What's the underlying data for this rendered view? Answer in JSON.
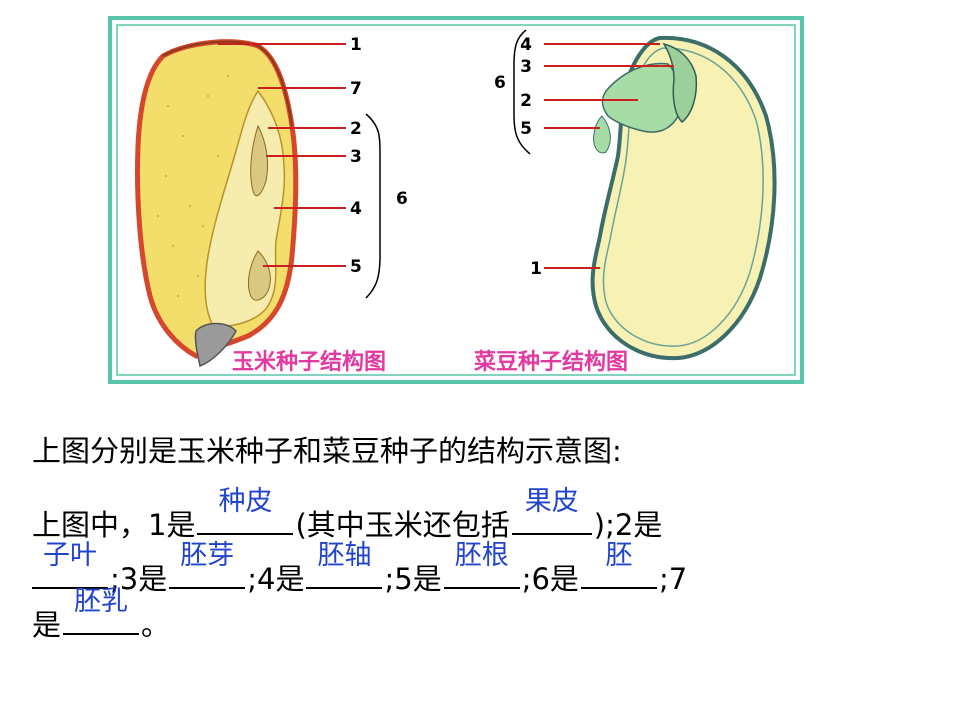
{
  "figure": {
    "corn": {
      "labels": [
        "1",
        "7",
        "2",
        "3",
        "4",
        "5"
      ],
      "group_label": "6",
      "caption": "玉米种子结构图"
    },
    "bean": {
      "labels": [
        "4",
        "3",
        "2",
        "5",
        "1"
      ],
      "group_label": "6",
      "caption": "菜豆种子结构图"
    },
    "colors": {
      "frame": "#58c6a8",
      "leader": "#cc1f1f",
      "caption": "#e23aa0",
      "endosperm": "#f3de6c",
      "bean_body": "#f7f1b4",
      "embryo_green": "#a7dca6"
    }
  },
  "text": {
    "heading": "上图分别是玉米种子和菜豆种子的结构示意图:",
    "l2_a": "上图中，1是",
    "l2_b": "(其中玉米还包括",
    "l2_c": ");2是",
    "l3_a": ";3是",
    "l3_b": ";4是",
    "l3_c": ";5是",
    "l3_d": ";6是",
    "l3_e": ";7",
    "l4_a": "是",
    "l4_b": "。"
  },
  "answers": {
    "a1": "种皮",
    "a_extra": "果皮",
    "a2": "子叶",
    "a3": "胚芽",
    "a4": "胚轴",
    "a5": "胚根",
    "a6": "胚",
    "a7": "胚乳"
  }
}
